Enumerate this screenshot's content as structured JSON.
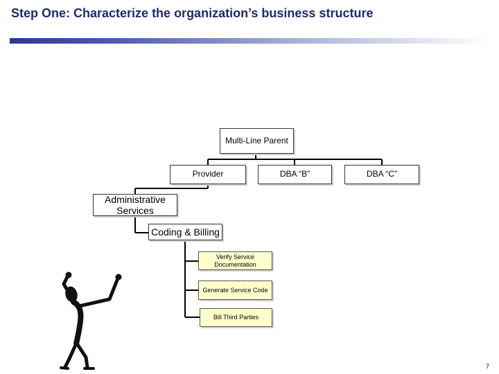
{
  "slide": {
    "title": "Step One:  Characterize the organization’s business structure",
    "page_number": "7"
  },
  "org_chart": {
    "root": "Multi-Line Parent",
    "level1": [
      "Provider",
      "DBA “B”",
      "DBA “C”"
    ],
    "level2": "Administrative Services",
    "level3": "Coding & Billing",
    "level4": [
      "Verify Service Documentation",
      "Generate Service Code",
      "Bill Third Parties"
    ]
  },
  "colors": {
    "title": "#1f2a6b",
    "leaf_box_fill": "#ffffcc",
    "connector": "#000000"
  },
  "decoration": {
    "figure_icon": "cheering-stick-figure-icon"
  }
}
